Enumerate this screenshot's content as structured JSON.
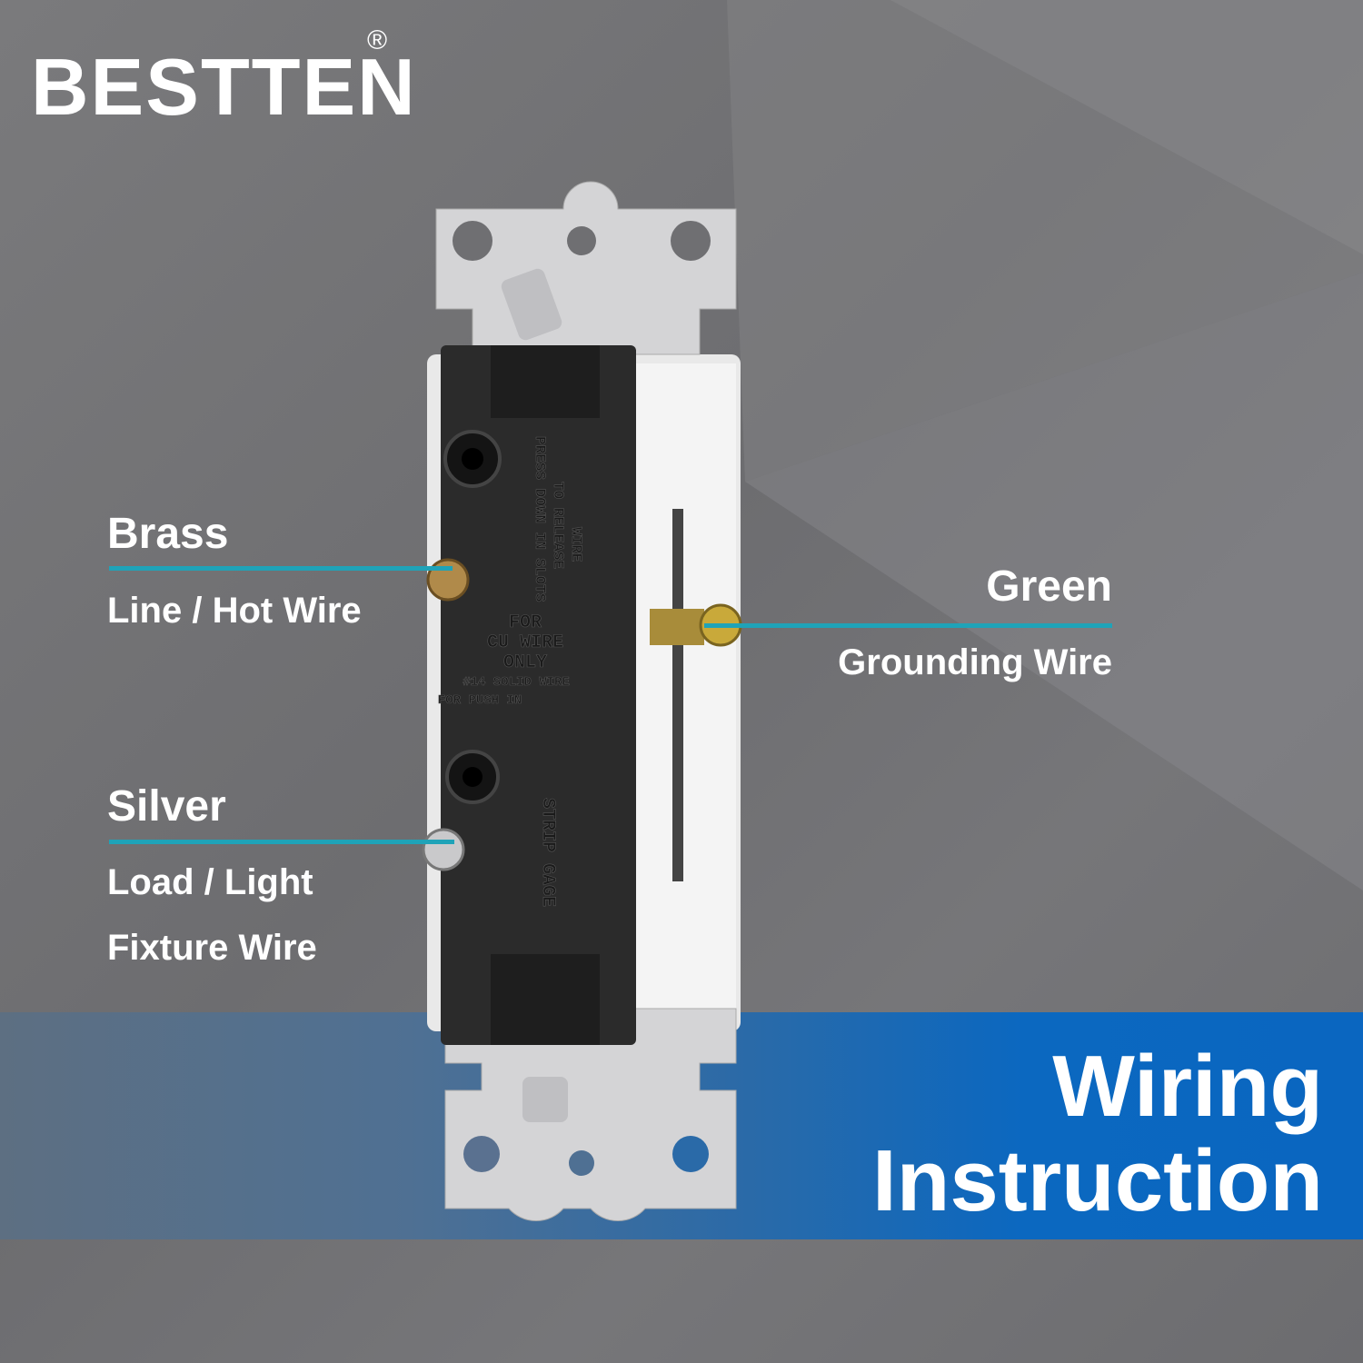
{
  "brand": {
    "name": "BESTTEN",
    "registered_mark": "®"
  },
  "labels": {
    "brass": {
      "title": "Brass",
      "subtitle": "Line / Hot Wire"
    },
    "silver": {
      "title": "Silver",
      "subtitle_line1": "Load / Light",
      "subtitle_line2": "Fixture Wire"
    },
    "green": {
      "title": "Green",
      "subtitle": "Grounding Wire"
    }
  },
  "banner": {
    "line1": "Wiring",
    "line2": "Instruction"
  },
  "device_markings": {
    "release": [
      "PRESS DOWN IN SLOTS",
      "TO RELEASE",
      "WIRE"
    ],
    "cu": [
      "FOR",
      "CU WIRE",
      "ONLY",
      "#14 SOLID WIRE",
      "FOR PUSH IN"
    ],
    "gage": "STRIP GAGE"
  },
  "colors": {
    "accent_line": "#1fa3b8",
    "banner_blue": "#0a66c0",
    "background": "#717174"
  }
}
